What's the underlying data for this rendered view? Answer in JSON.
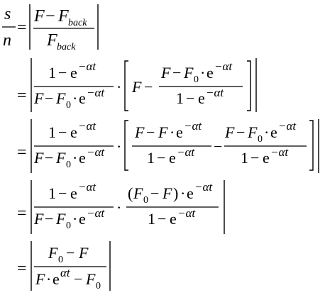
{
  "equation": {
    "lhs": {
      "numerator": "s",
      "denominator": "n"
    },
    "step1": {
      "numerator": [
        "F",
        "−",
        "F",
        "back"
      ],
      "denominator": [
        "F",
        "back"
      ]
    },
    "step2": {
      "fraction_num": [
        "1",
        "−",
        "e",
        "−αt"
      ],
      "fraction_den": [
        "F",
        "−",
        "F",
        "0",
        "·",
        "e",
        "−αt"
      ],
      "bracket_F": "F",
      "inner_num": [
        "F",
        "−",
        "F",
        "0",
        "·",
        "e",
        "−αt"
      ],
      "inner_den": [
        "1",
        "−",
        "e",
        "−αt"
      ]
    },
    "step3": {
      "fraction_num": [
        "1",
        "−",
        "e",
        "−αt"
      ],
      "fraction_den": [
        "F",
        "−",
        "F",
        "0",
        "·",
        "e",
        "−αt"
      ],
      "inner1_num": [
        "F",
        "−",
        "F",
        "·",
        "e",
        "−αt"
      ],
      "inner1_den": [
        "1",
        "−",
        "e",
        "−αt"
      ],
      "inner2_num": [
        "F",
        "−",
        "F",
        "0",
        "·",
        "e",
        "−αt"
      ],
      "inner2_den": [
        "1",
        "−",
        "e",
        "−αt"
      ]
    },
    "step4": {
      "fraction_num": [
        "1",
        "−",
        "e",
        "−αt"
      ],
      "fraction_den": [
        "F",
        "−",
        "F",
        "0",
        "·",
        "e",
        "−αt"
      ],
      "inner_num": [
        "(",
        "F",
        "0",
        "−",
        "F",
        ")",
        "·",
        "e",
        "−αt"
      ],
      "inner_den": [
        "1",
        "−",
        "e",
        "−αt"
      ]
    },
    "step5": {
      "numerator": [
        "F",
        "0",
        "−",
        "F"
      ],
      "denominator": [
        "F",
        "·",
        "e",
        "αt",
        "−",
        "F",
        "0"
      ]
    },
    "equals": "=",
    "dot": "·",
    "minus": "−"
  }
}
